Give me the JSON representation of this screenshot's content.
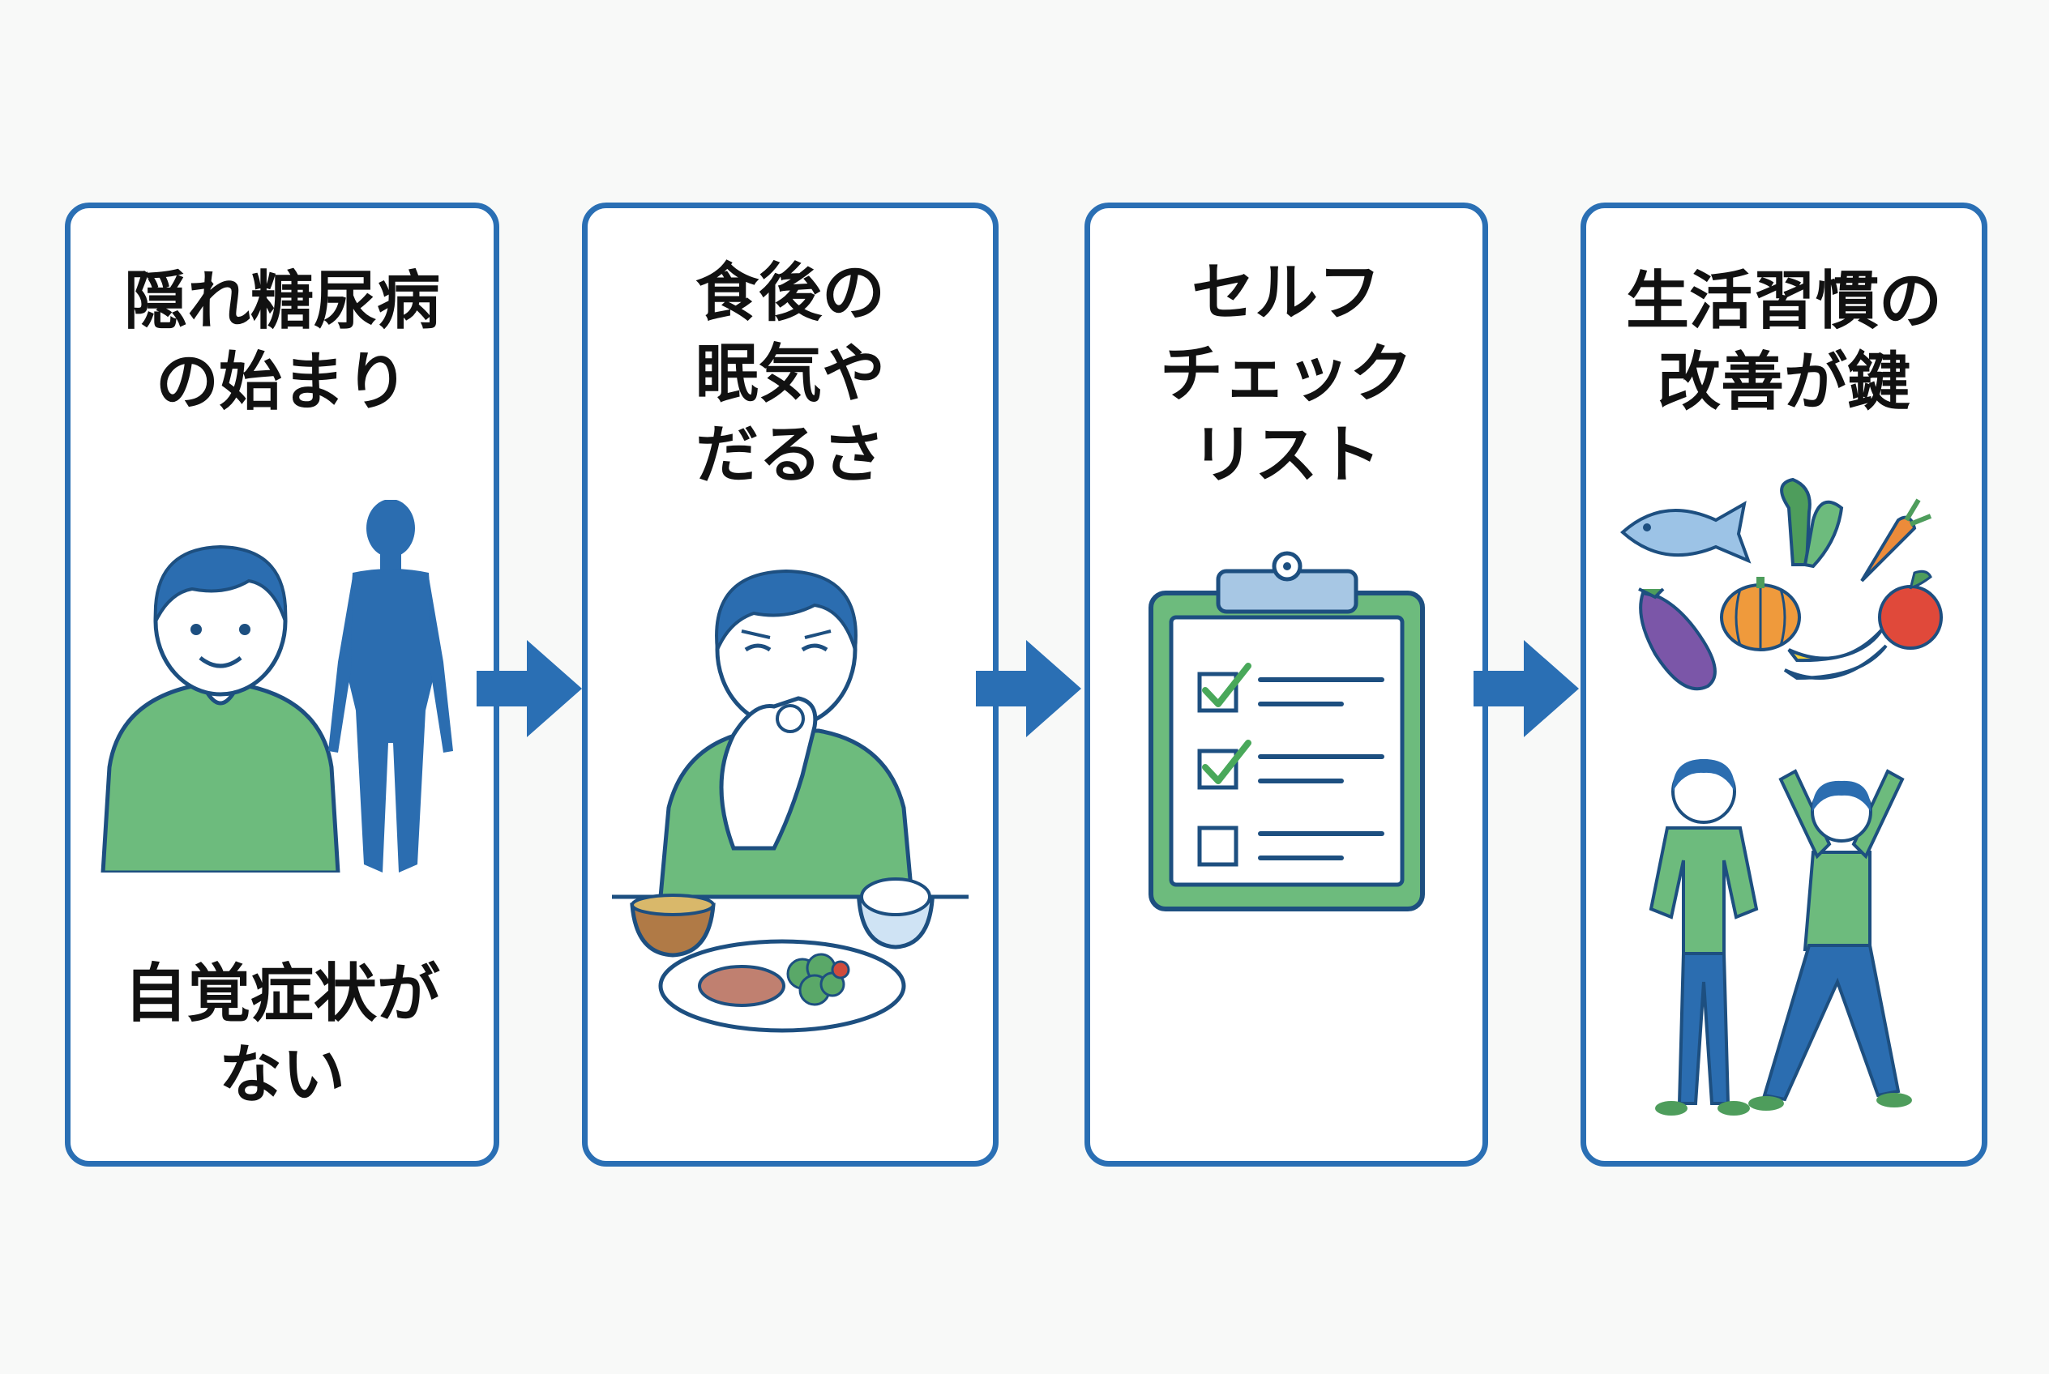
{
  "steps": [
    {
      "title_lines": [
        "隠れ糖尿病",
        "の始まり"
      ],
      "caption_lines": [
        "自覚症状が",
        "ない"
      ]
    },
    {
      "title_lines": [
        "食後の",
        "眠気や",
        "だるさ"
      ]
    },
    {
      "title_lines": [
        "セルフ",
        "チェック",
        "リスト"
      ]
    },
    {
      "title_lines": [
        "生活習慣の",
        "改善が鍵"
      ]
    }
  ],
  "checklist": [
    {
      "checked": true
    },
    {
      "checked": true
    },
    {
      "checked": false
    }
  ],
  "colors": {
    "border": "#2a6fb4",
    "person_blue": "#2b6db0",
    "shirt_green": "#6dbb7d",
    "check_green": "#49a85a",
    "background": "#f8f9f8"
  }
}
